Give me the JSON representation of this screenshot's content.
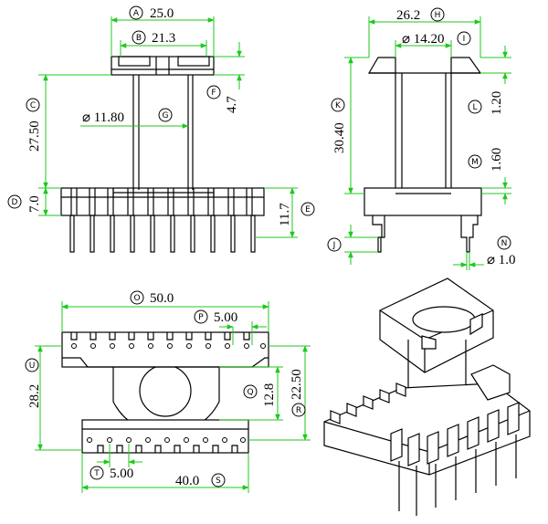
{
  "dimensions": {
    "A": {
      "letter": "A",
      "value": "25.0"
    },
    "B": {
      "letter": "B",
      "value": "21.3"
    },
    "C": {
      "letter": "C",
      "value": "27.50"
    },
    "D": {
      "letter": "D",
      "value": "7.0"
    },
    "E": {
      "letter": "E",
      "value": "11.7"
    },
    "F": {
      "letter": "F",
      "value": "4.7"
    },
    "G": {
      "letter": "G",
      "value": "⌀ 11.80"
    },
    "H": {
      "letter": "H",
      "value": "26.2"
    },
    "I": {
      "letter": "I",
      "value": "⌀ 14.20"
    },
    "J": {
      "letter": "J",
      "value": ""
    },
    "K": {
      "letter": "K",
      "value": "30.40"
    },
    "L": {
      "letter": "L",
      "value": "1.20"
    },
    "M": {
      "letter": "M",
      "value": "1.60"
    },
    "N": {
      "letter": "N",
      "value": "⌀ 1.0"
    },
    "O": {
      "letter": "O",
      "value": "50.0"
    },
    "P": {
      "letter": "P",
      "value": "5.00"
    },
    "Q": {
      "letter": "Q",
      "value": "12.8"
    },
    "R": {
      "letter": "R",
      "value": "22.50"
    },
    "S": {
      "letter": "S",
      "value": "40.0"
    },
    "T": {
      "letter": "T",
      "value": "5.00"
    },
    "U": {
      "letter": "U",
      "value": "28.2"
    }
  }
}
